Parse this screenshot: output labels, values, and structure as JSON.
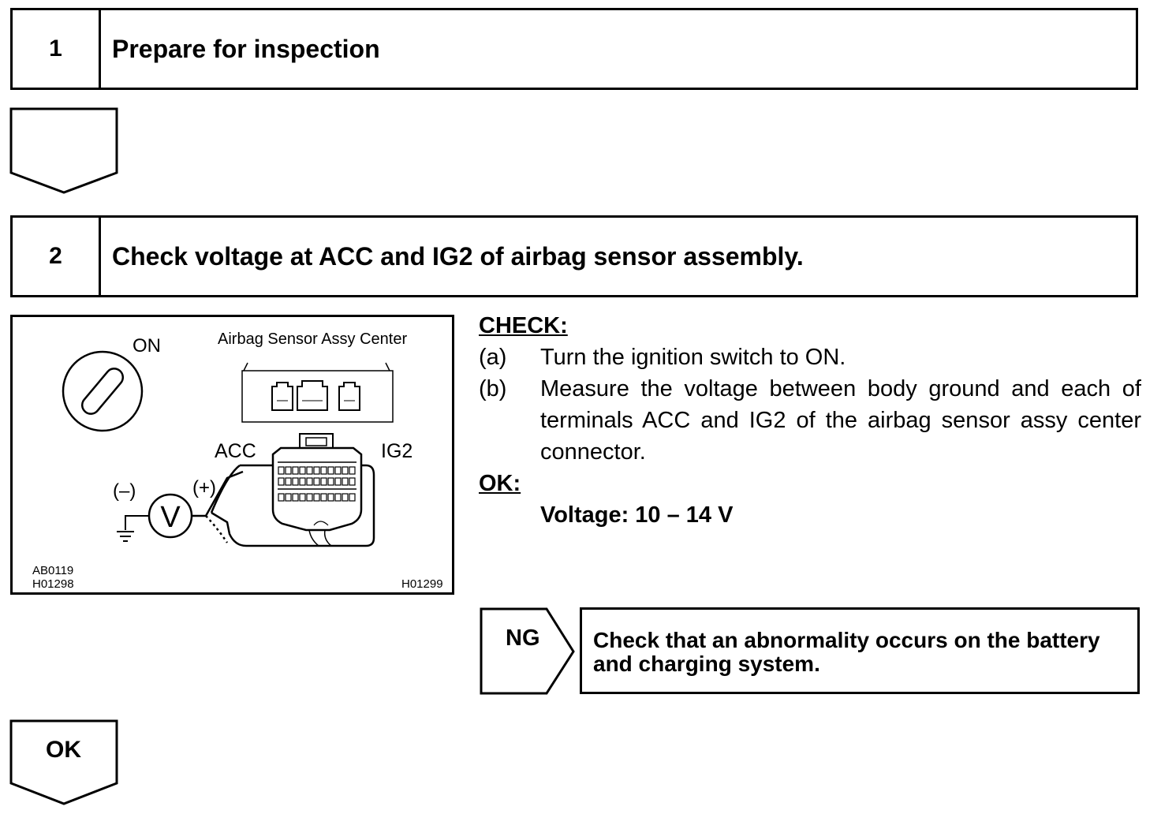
{
  "step1": {
    "number": "1",
    "title": "Prepare for inspection"
  },
  "step2": {
    "number": "2",
    "title": "Check voltage at ACC and IG2 of airbag sensor assembly."
  },
  "diagram": {
    "on_label": "ON",
    "connector_title": "Airbag Sensor Assy Center",
    "acc_label": "ACC",
    "ig2_label": "IG2",
    "minus_label": "(–)",
    "plus_label": "(+)",
    "meter_symbol": "V",
    "code_1": "AB0119",
    "code_2": "H01298",
    "code_3": "H01299"
  },
  "check": {
    "heading": "CHECK:",
    "items": [
      {
        "label": "(a)",
        "text": "Turn the ignition switch to ON."
      },
      {
        "label": "(b)",
        "text": "Measure the voltage between body ground and each of terminals ACC and IG2 of the airbag sensor assy center connector."
      }
    ],
    "ok_heading": "OK:",
    "spec": "Voltage: 10 – 14 V"
  },
  "ng": {
    "label": "NG",
    "action": "Check that an abnormality occurs on the battery and charging system."
  },
  "ok_result": {
    "label": "OK"
  }
}
